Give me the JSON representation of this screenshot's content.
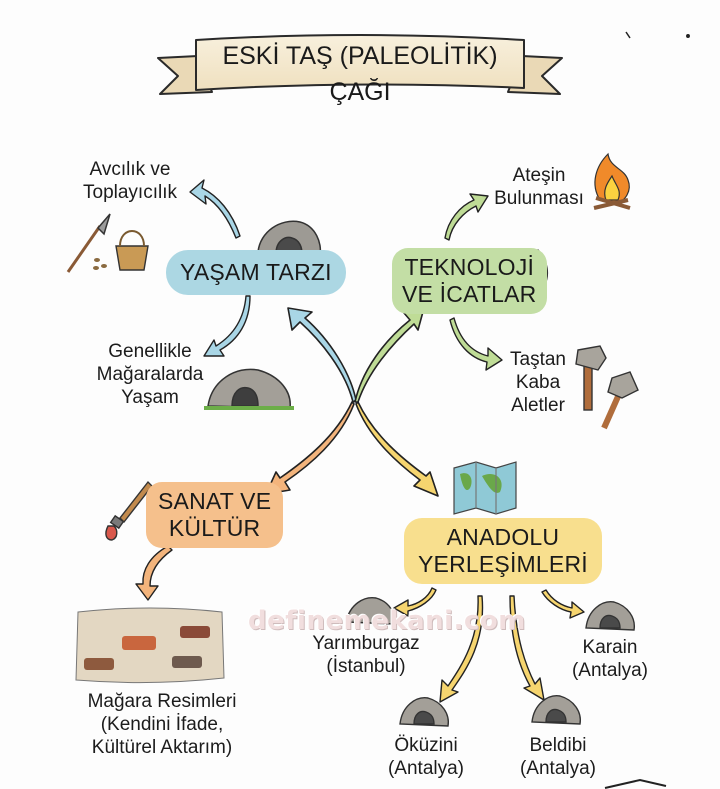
{
  "title": "ESKİ TAŞ (PALEOLİTİK) ÇAĞI",
  "colors": {
    "yasam": "#acd7e3",
    "teknoloji": "#c3dea5",
    "sanat": "#f5c08c",
    "anadolu": "#f8df8e",
    "banner": "#f6ecd6"
  },
  "nodes": {
    "yasam_tarzi": {
      "label": "YAŞAM TARZI",
      "icon": "cave-icon"
    },
    "teknoloji": {
      "line1": "TEKNOLOJİ",
      "line2": "VE İCATLAR",
      "icon": "stone-spearhead-icon"
    },
    "sanat": {
      "line1": "SANAT VE",
      "line2": "KÜLTÜR",
      "icon": "paintbrush-icon"
    },
    "anadolu": {
      "line1": "ANADOLU",
      "line2": "YERLEŞİMLERİ",
      "icon": "world-map-icon"
    }
  },
  "leaves": {
    "avcilik": {
      "line1": "Avcılık ve",
      "line2": "Toplayıcılık",
      "icons": [
        "spear-icon",
        "basket-icon"
      ]
    },
    "magara": {
      "line1": "Genellikle",
      "line2": "Mağaralarda",
      "line3": "Yaşam",
      "icon": "cave-icon"
    },
    "ates": {
      "line1": "Ateşin",
      "line2": "Bulunması",
      "icon": "campfire-icon"
    },
    "aletler": {
      "line1": "Taştan",
      "line2": "Kaba",
      "line3": "Aletler",
      "icon": "stone-axe-icon"
    },
    "resimler": {
      "line1": "Mağara Resimleri",
      "line2": "(Kendini İfade,",
      "line3": "Kültürel Aktarım)",
      "icon": "cave-painting-icon"
    }
  },
  "sites": [
    {
      "name": "Yarımburgaz",
      "region": "(İstanbul)"
    },
    {
      "name": "Karain",
      "region": "(Antalya)"
    },
    {
      "name": "Öküzini",
      "region": "(Antalya)"
    },
    {
      "name": "Beldibi",
      "region": "(Antalya)"
    }
  ],
  "watermark": "definemekani.com"
}
